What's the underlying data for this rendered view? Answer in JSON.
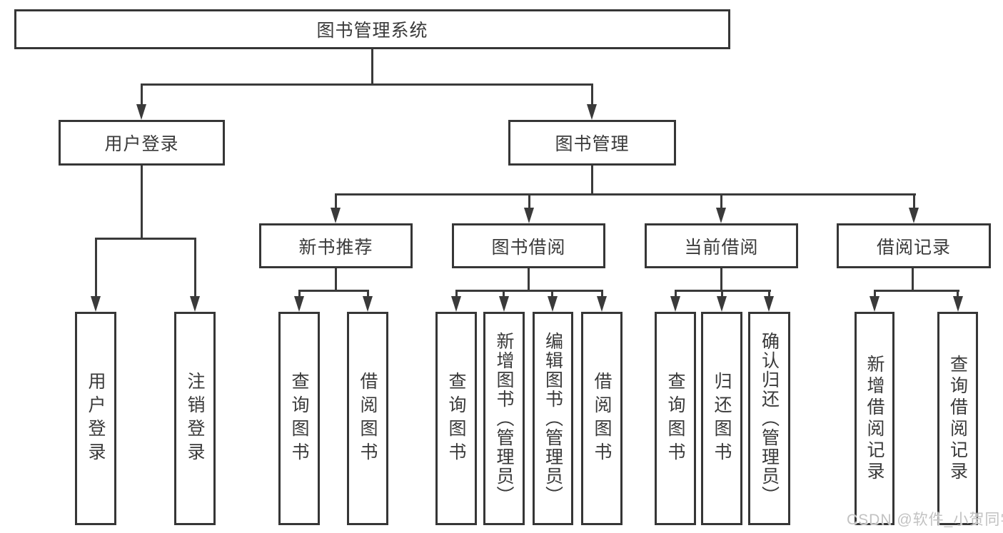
{
  "diagram": {
    "title_node": "图书管理系统",
    "root": {
      "label": "图书管理系统"
    },
    "branches": [
      {
        "label": "用户登录",
        "children": [
          {
            "label": "用户登录"
          },
          {
            "label": "注销登录"
          }
        ]
      },
      {
        "label": "图书管理",
        "children": [
          {
            "label": "新书推荐",
            "children": [
              {
                "label": "查询图书"
              },
              {
                "label": "借阅图书"
              }
            ]
          },
          {
            "label": "图书借阅",
            "children": [
              {
                "label": "查询图书"
              },
              {
                "label": "新增图书（管理员）"
              },
              {
                "label": "编辑图书（管理员）"
              },
              {
                "label": "借阅图书"
              }
            ]
          },
          {
            "label": "当前借阅",
            "children": [
              {
                "label": "查询图书"
              },
              {
                "label": "归还图书"
              },
              {
                "label": "确认归还（管理员）"
              }
            ]
          },
          {
            "label": "借阅记录",
            "children": [
              {
                "label": "新增借阅记录"
              },
              {
                "label": "查询借阅记录"
              }
            ]
          }
        ]
      }
    ]
  },
  "watermark": {
    "text": "CSDN @软件_小贺同学"
  },
  "colors": {
    "line": "#3a3a3a",
    "box_border": "#363636",
    "text": "#3a3a3a",
    "watermark_text": "#c2c2c2",
    "background": "#ffffff"
  }
}
